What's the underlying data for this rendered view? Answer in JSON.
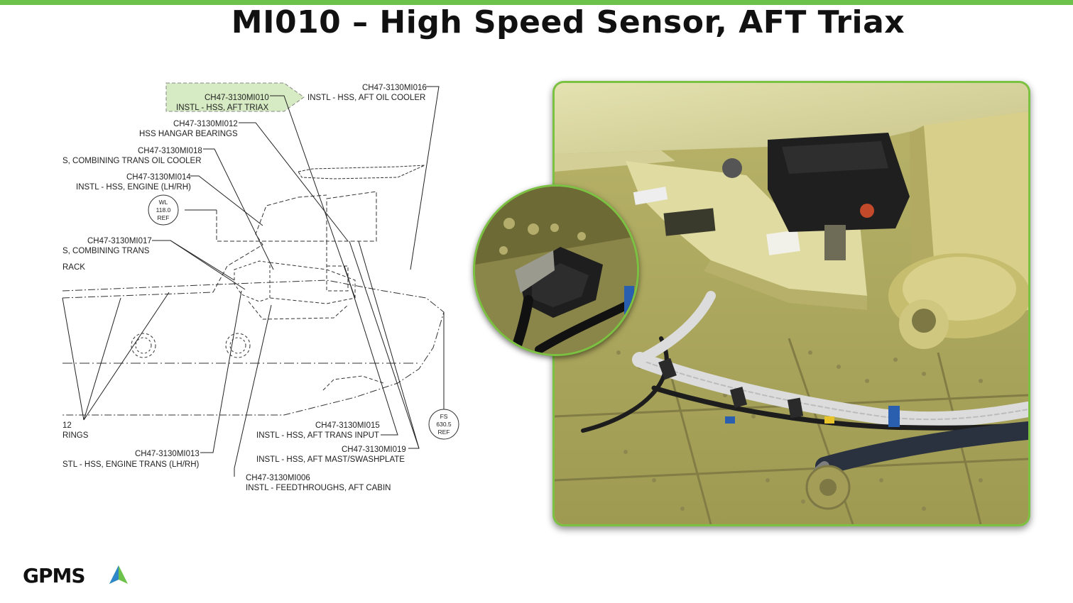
{
  "page": {
    "title": "MI010 – High Speed Sensor, AFT Triax",
    "accent_color": "#6cc24a",
    "border_color": "#7cc242"
  },
  "diagram": {
    "callouts": [
      {
        "id": "mi010",
        "code": "CH47-3130MI010",
        "desc": "INSTL - HSS, AFT TRIAX",
        "highlighted": true
      },
      {
        "id": "mi016",
        "code": "CH47-3130MI016",
        "desc": "INSTL - HSS, AFT OIL COOLER"
      },
      {
        "id": "mi012",
        "code": "CH47-3130MI012",
        "desc": "HSS HANGAR BEARINGS"
      },
      {
        "id": "mi018",
        "code": "CH47-3130MI018",
        "desc": "S, COMBINING TRANS OIL COOLER"
      },
      {
        "id": "mi014",
        "code": "CH47-3130MI014",
        "desc": "INSTL - HSS, ENGINE (LH/RH)"
      },
      {
        "id": "mi017",
        "code": "CH47-3130MI017",
        "desc": "S, COMBINING TRANS"
      },
      {
        "id": "rack",
        "desc": "RACK"
      },
      {
        "id": "mi012b",
        "code": "12",
        "desc": "RINGS"
      },
      {
        "id": "mi013",
        "code": "CH47-3130MI013",
        "desc": "STL - HSS, ENGINE TRANS (LH/RH)"
      },
      {
        "id": "mi015",
        "code": "CH47-3130MI015",
        "desc": "INSTL - HSS, AFT TRANS INPUT"
      },
      {
        "id": "mi019",
        "code": "CH47-3130MI019",
        "desc": "INSTL - HSS, AFT MAST/SWASHPLATE"
      },
      {
        "id": "mi006",
        "code": "CH47-3130MI006",
        "desc": "INSTL - FEEDTHROUGHS, AFT CABIN"
      }
    ],
    "refs": [
      {
        "id": "wl",
        "l1": "WL",
        "l2": "118.0",
        "l3": "REF"
      },
      {
        "id": "fs",
        "l1": "FS",
        "l2": "630.5",
        "l3": "REF"
      }
    ]
  },
  "logo": {
    "text": "GPMS"
  }
}
